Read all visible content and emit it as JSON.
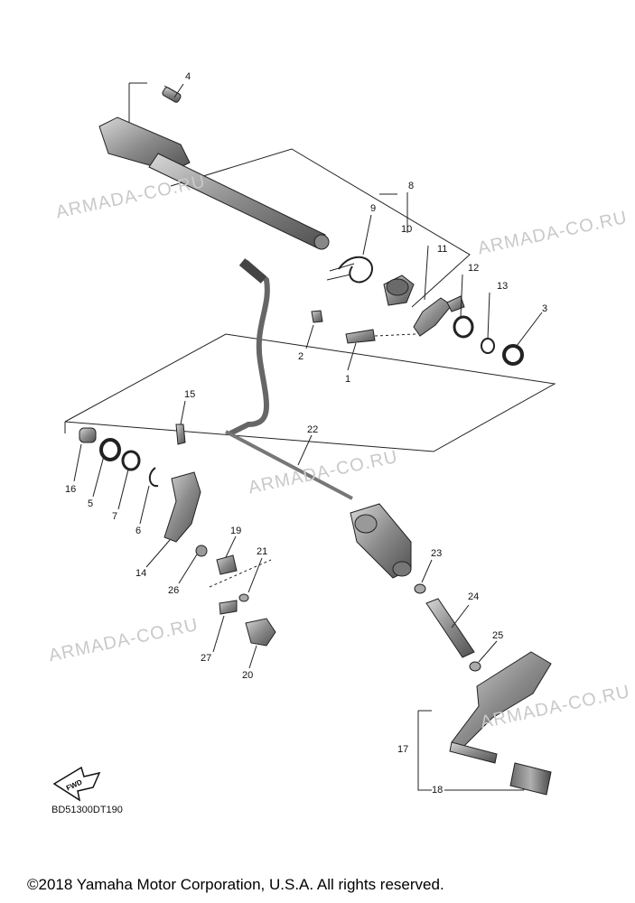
{
  "watermark": "ARMADA-CO.RU",
  "callouts": [
    "1",
    "2",
    "3",
    "4",
    "5",
    "6",
    "7",
    "8",
    "9",
    "10",
    "11",
    "12",
    "13",
    "14",
    "15",
    "16",
    "17",
    "18",
    "19",
    "20",
    "21",
    "22",
    "23",
    "24",
    "25",
    "26",
    "27"
  ],
  "fwd_label": "FWD",
  "drawing_code": "BD51300DT190",
  "copyright": "©2018 Yamaha Motor Corporation, U.S.A. All rights reserved.",
  "colors": {
    "line": "#222222",
    "part_fill": "#9c9c9c",
    "watermark": "#c9c9c9"
  }
}
